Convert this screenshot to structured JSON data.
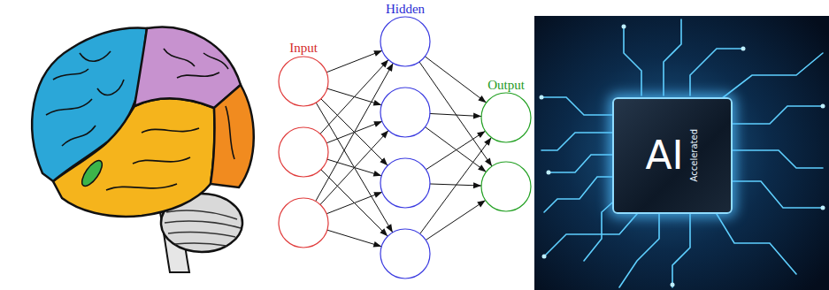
{
  "diagram": {
    "nodes": [
      {
        "text": [
          "AI",
          "Accelerated"
        ]
      }
    ],
    "labels": [
      "Input",
      "Hidden",
      "Output"
    ]
  }
}
